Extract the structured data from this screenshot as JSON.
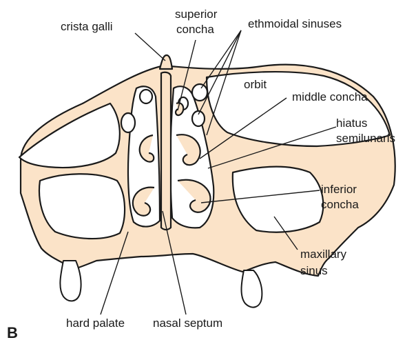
{
  "figure": {
    "panel_letter": "B",
    "bone_color": "#fbe3c8",
    "line_color": "#1a1a1a"
  },
  "labels": {
    "crista_galli": "crista galli",
    "superior_concha_1": "superior",
    "superior_concha_2": "concha",
    "ethmoidal_sinuses": "ethmoidal sinuses",
    "orbit": "orbit",
    "middle_concha": "middle concha",
    "hiatus_1": "hiatus",
    "hiatus_2": "semilunaris",
    "inferior_concha_1": "inferior",
    "inferior_concha_2": "concha",
    "maxillary_sinus_1": "maxillary",
    "maxillary_sinus_2": "sinus",
    "hard_palate": "hard palate",
    "nasal_septum": "nasal septum"
  }
}
